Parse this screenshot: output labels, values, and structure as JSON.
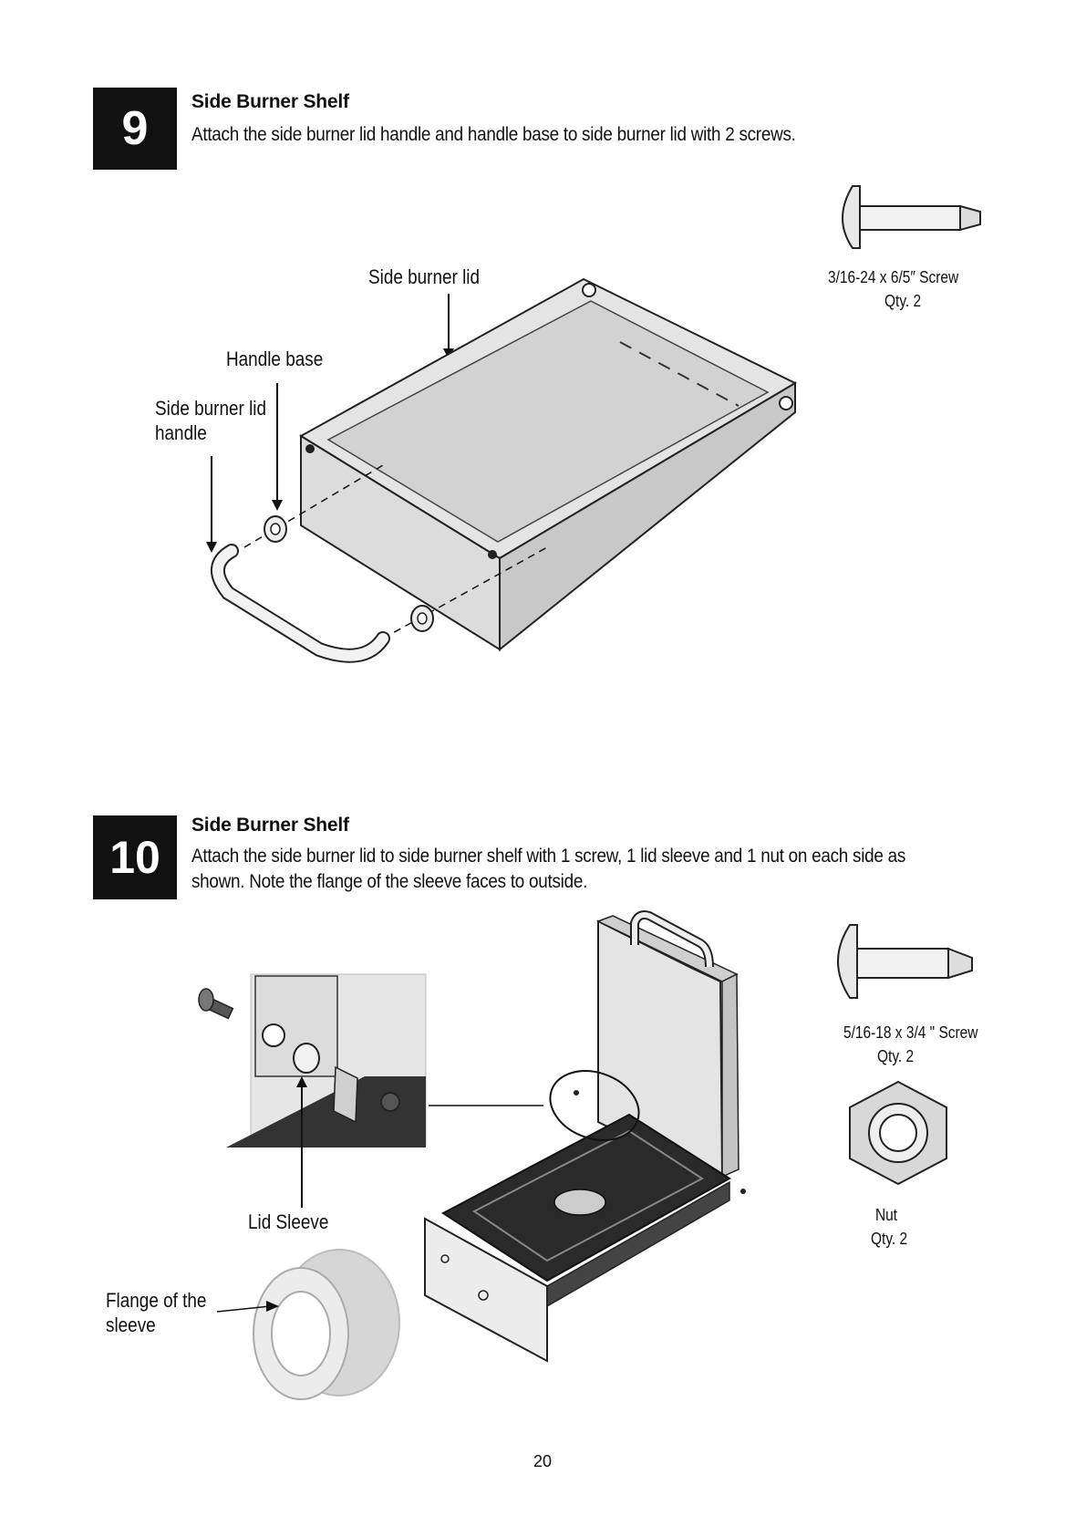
{
  "step9": {
    "number": "9",
    "title": "Side Burner Shelf",
    "instruction": "Attach the side burner lid handle and handle base to side burner lid with 2 screws.",
    "labels": {
      "side_burner_lid": "Side burner lid",
      "handle_base": "Handle base",
      "handle_line1": "Side burner lid",
      "handle_line2": "handle"
    },
    "part": {
      "name": "3/16-24 x 6/5″ Screw",
      "qty": "Qty. 2"
    }
  },
  "step10": {
    "number": "10",
    "title": "Side Burner Shelf",
    "instruction_line1": "Attach the side burner lid to side burner shelf with 1 screw, 1 lid sleeve and 1 nut on each side as",
    "instruction_line2": "shown. Note the flange of the sleeve faces to outside.",
    "labels": {
      "lid_sleeve": "Lid Sleeve",
      "flange_line1": "Flange of the",
      "flange_line2": "sleeve"
    },
    "screw": {
      "name": "5/16-18 x 3/4 \" Screw",
      "qty": "Qty. 2"
    },
    "nut": {
      "name": "Nut",
      "qty": "Qty. 2"
    }
  },
  "page_number": "20"
}
